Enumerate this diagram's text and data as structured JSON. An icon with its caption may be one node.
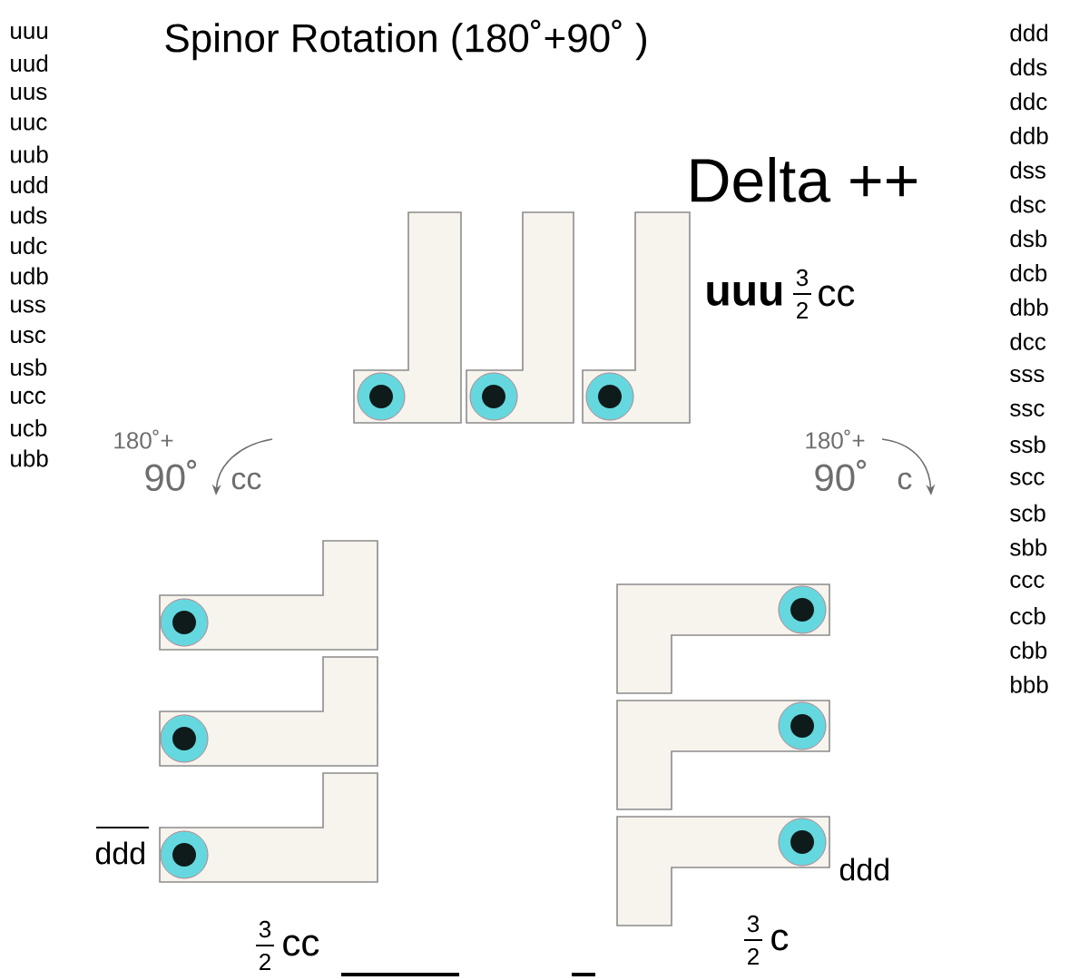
{
  "diagram": {
    "title": "Spinor Rotation (180˚+90˚ )",
    "labels": [
      "uuu",
      "uud",
      "uus",
      "uuc",
      "uub",
      "udd",
      "uds",
      "udc",
      "udb",
      "uss",
      "usc",
      "usb",
      "ucc",
      "ucb",
      "ubb",
      "ddd",
      "dds",
      "ddc",
      "ddb",
      "dss",
      "dsc",
      "dsb",
      "dcb",
      "dbb",
      "dcc",
      "sss",
      "ssc",
      "ssb",
      "scc",
      "scb",
      "sbb",
      "ccc",
      "ccb",
      "cbb",
      "bbb",
      "Delta ++",
      "uuu",
      "3",
      "2",
      "cc",
      "180˚+",
      "90˚",
      "cc",
      "180˚+",
      "90˚",
      "c",
      "ddd",
      "ddd",
      "3",
      "2",
      "cc",
      "3",
      "2",
      "c"
    ]
  }
}
